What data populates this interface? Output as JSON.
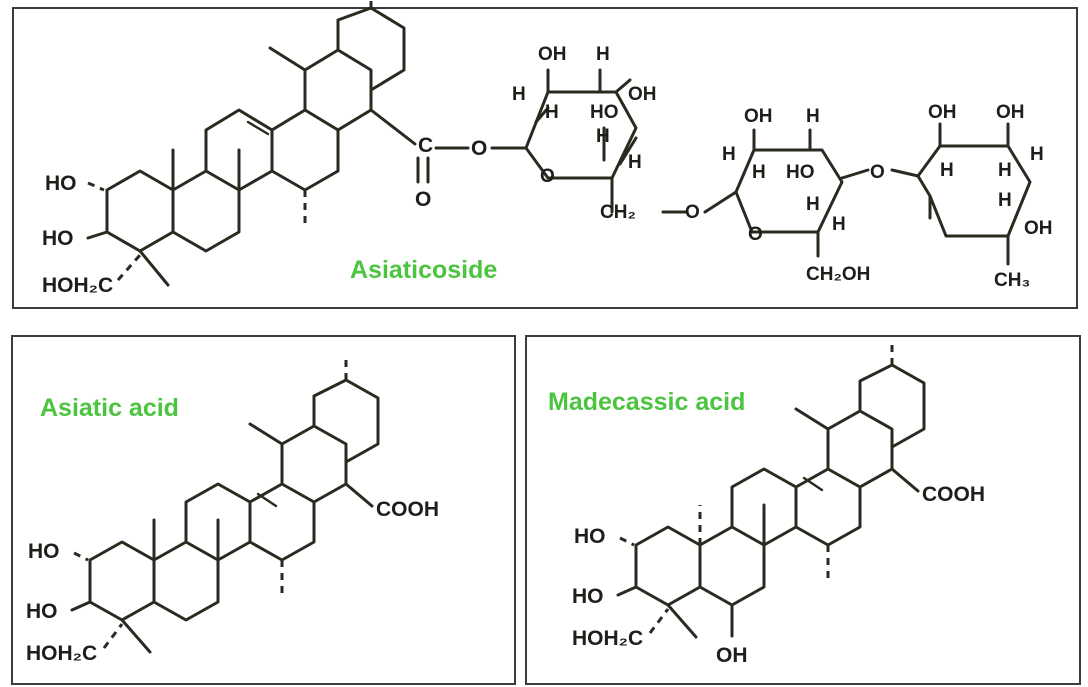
{
  "compounds": {
    "asiaticoside": {
      "name": "Asiaticoside"
    },
    "asiatic_acid": {
      "name": "Asiatic acid"
    },
    "madecassic_acid": {
      "name": "Madecassic acid"
    }
  },
  "labels": {
    "ho": "HO",
    "oh": "OH",
    "hoh2c": "HOH₂C",
    "cooh": "COOH",
    "c": "C",
    "o": "O",
    "h": "H",
    "ch2": "CH₂",
    "ch2oh": "CH₂OH",
    "ch3": "CH₃"
  },
  "colors": {
    "name": "#4cc43f",
    "bond": "#2a2a20",
    "frame": "#3c3c3c"
  }
}
